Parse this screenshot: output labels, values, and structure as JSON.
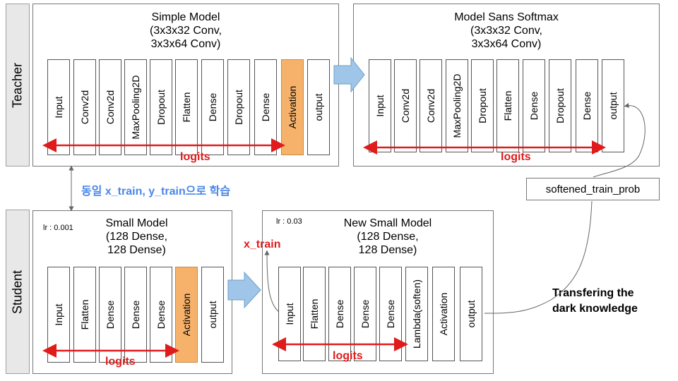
{
  "sidebar": {
    "teacher": "Teacher",
    "student": "Student"
  },
  "panels": {
    "simple_model": {
      "title": [
        "Simple Model",
        "(3x3x32 Conv,",
        "3x3x64 Conv)"
      ],
      "layers": [
        "Input",
        "Conv2d",
        "Conv2d",
        "MaxPooling2D",
        "Dropout",
        "Flatten",
        "Dense",
        "Dropout",
        "Dense",
        "Activation",
        "output"
      ],
      "logits": "logits"
    },
    "model_sans_softmax": {
      "title": [
        "Model Sans Softmax",
        "(3x3x32 Conv,",
        "3x3x64 Conv)"
      ],
      "layers": [
        "Input",
        "Conv2d",
        "Conv2d",
        "MaxPooling2D",
        "Dropout",
        "Flatten",
        "Dense",
        "Dropout",
        "Dense",
        "output"
      ],
      "logits": "logits"
    },
    "small_model": {
      "lr": "lr : 0.001",
      "title": [
        "Small Model",
        "(128 Dense,",
        "128 Dense)"
      ],
      "layers": [
        "Input",
        "Flatten",
        "Dense",
        "Dense",
        "Dense",
        "Activation",
        "output"
      ],
      "logits": "logits"
    },
    "new_small_model": {
      "lr": "lr : 0.03",
      "title": [
        "New Small Model",
        "(128 Dense,",
        "128 Dense)"
      ],
      "layers": [
        "Input",
        "Flatten",
        "Dense",
        "Dense",
        "Dense",
        "Lambda(soften)",
        "Activation",
        "output"
      ],
      "logits": "logits"
    }
  },
  "labels": {
    "train_note": "동일 x_train, y_train으로 학습",
    "x_train": "x_train",
    "softened": "softened_train_prob",
    "transfer_line1": "Transfering the",
    "transfer_line2": "dark knowledge"
  },
  "colors": {
    "logit_red": "#e01b1b",
    "activation_orange": "#f6b26b",
    "arrow_blue": "#9fc5e8",
    "note_blue": "#4a86e8",
    "sidebar_gray": "#e8e8e8"
  }
}
